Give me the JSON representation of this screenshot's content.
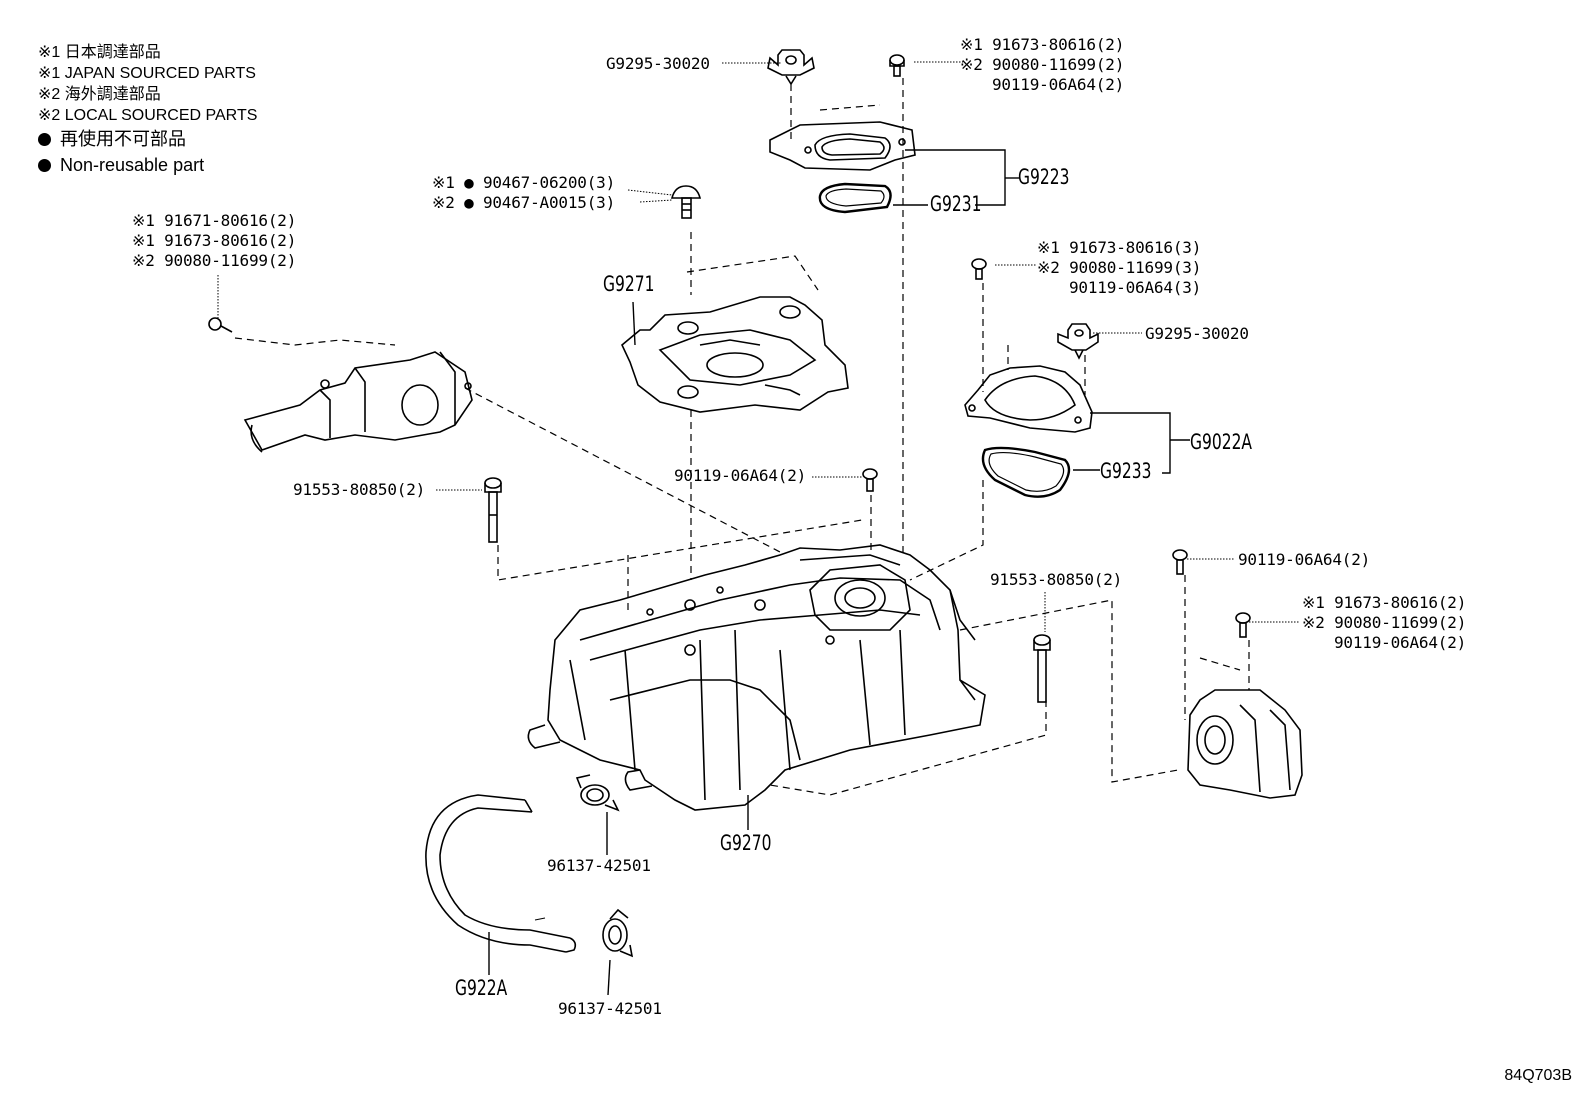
{
  "legend": {
    "l1": "※1 日本調達部品",
    "l2": "※1 JAPAN SOURCED PARTS",
    "l3": "※2 海外調達部品",
    "l4": "※2 LOCAL SOURCED PARTS",
    "l5": "再使用不可部品",
    "l6": "Non-reusable part"
  },
  "labels": {
    "g9295_top": "G9295-30020",
    "bolt_top_1": "※1 91673-80616(2)",
    "bolt_top_2": "※2 90080-11699(2)",
    "bolt_top_3": "90119-06A64(2)",
    "g9223": "G9223",
    "g9231": "G9231",
    "clip_1": "※1 ● 90467-06200(3)",
    "clip_2": "※2 ● 90467-A0015(3)",
    "left_bolt_1": "※1 91671-80616(2)",
    "left_bolt_2": "※1 91673-80616(2)",
    "left_bolt_3": "※2 90080-11699(2)",
    "g9271": "G9271",
    "right_bolt_1": "※1 91673-80616(3)",
    "right_bolt_2": "※2 90080-11699(3)",
    "right_bolt_3": "90119-06A64(3)",
    "g9295_right": "G9295-30020",
    "g9022a": "G9022A",
    "g9233": "G9233",
    "center_bolt": "90119-06A64(2)",
    "long_bolt_left": "91553-80850(2)",
    "long_bolt_right": "91553-80850(2)",
    "far_right_bolt": "90119-06A64(2)",
    "far_right_1": "※1 91673-80616(2)",
    "far_right_2": "※2 90080-11699(2)",
    "far_right_3": "90119-06A64(2)",
    "g9270": "G9270",
    "clamp_upper": "96137-42501",
    "clamp_lower": "96137-42501",
    "g922a": "G922A",
    "diagram_code": "84Q703B"
  }
}
